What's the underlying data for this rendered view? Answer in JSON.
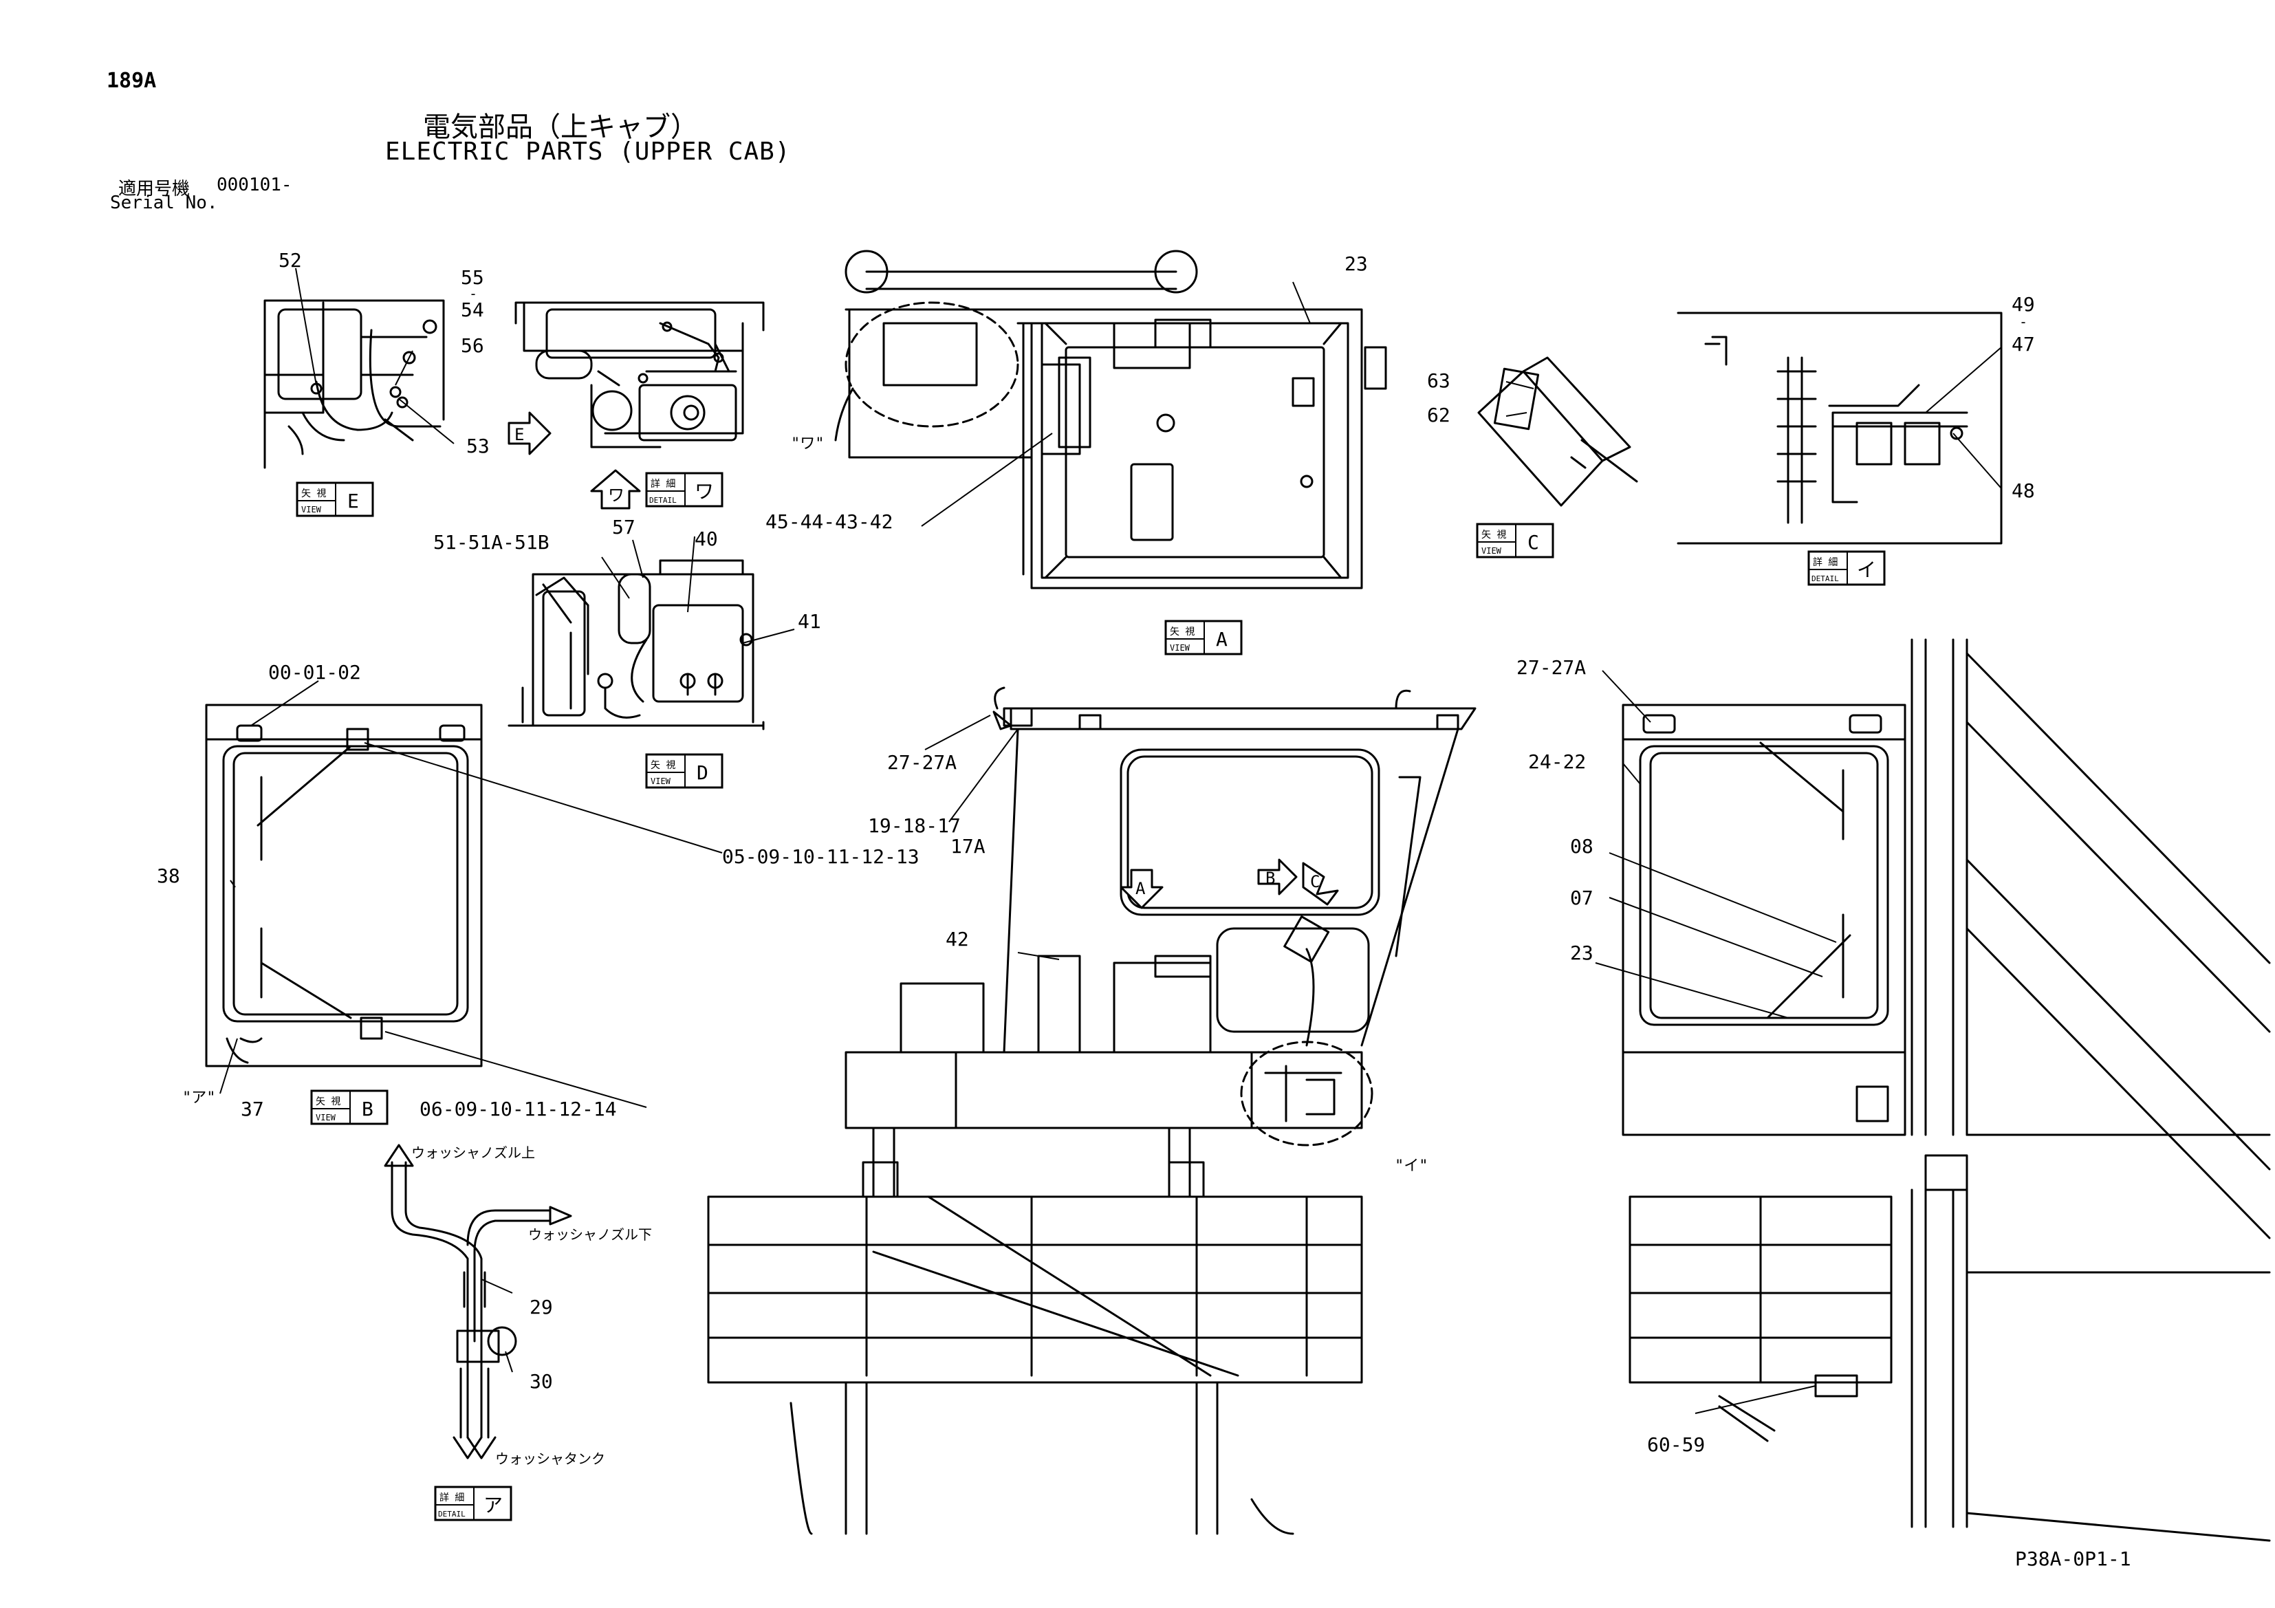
{
  "header": {
    "page_number": "189A",
    "title_jp": "電気部品（上キャブ）",
    "title_en": "ELECTRIC PARTS (UPPER CAB)",
    "serial_label_jp": "適用号機",
    "serial_range": "000101-",
    "serial_label_en": "Serial No."
  },
  "footer": {
    "drawing_code": "P38A-0P1-1"
  },
  "view_tags": {
    "view_word_jp": "矢 視",
    "view_word_en": "VIEW",
    "detail_word_jp": "詳 細",
    "detail_word_en": "DETAIL",
    "view_e": "E",
    "view_a": "A",
    "view_c": "C",
    "view_d": "D",
    "view_b": "B",
    "detail_wa": "ワ",
    "detail_i": "イ",
    "detail_a": "ア"
  },
  "arrow_letters": {
    "e": "E",
    "wa": "ワ",
    "a": "A",
    "b": "B",
    "c": "C"
  },
  "circle_marks": {
    "wa": "\"ワ\"",
    "a": "\"ア\"",
    "i": "\"イ\""
  },
  "callouts": {
    "c52": "52",
    "c55": "55",
    "c54": "54",
    "c56": "56",
    "c53": "53",
    "c23_top": "23",
    "c45": "45-44-43-42",
    "c63": "63",
    "c62": "62",
    "c49": "49",
    "c47": "47",
    "c48": "48",
    "c51": "51-51A-51B",
    "c57": "57",
    "c40": "40",
    "c41": "41",
    "c00": "00-01-02",
    "c05": "05-09-10-11-12-13",
    "c38": "38",
    "c37": "37",
    "c06": "06-09-10-11-12-14",
    "c27_mid": "27-27A",
    "c19": "19-18-17",
    "c17a": "17A",
    "c42_mid": "42",
    "c27_right": "27-27A",
    "c24": "24-22",
    "c08": "08",
    "c07": "07",
    "c23_right": "23",
    "c29": "29",
    "c30": "30",
    "c60": "60-59"
  },
  "washer_labels": {
    "upper": "ウォッシャノズル上",
    "lower": "ウォッシャノズル下",
    "tank": "ウォッシャタンク"
  }
}
